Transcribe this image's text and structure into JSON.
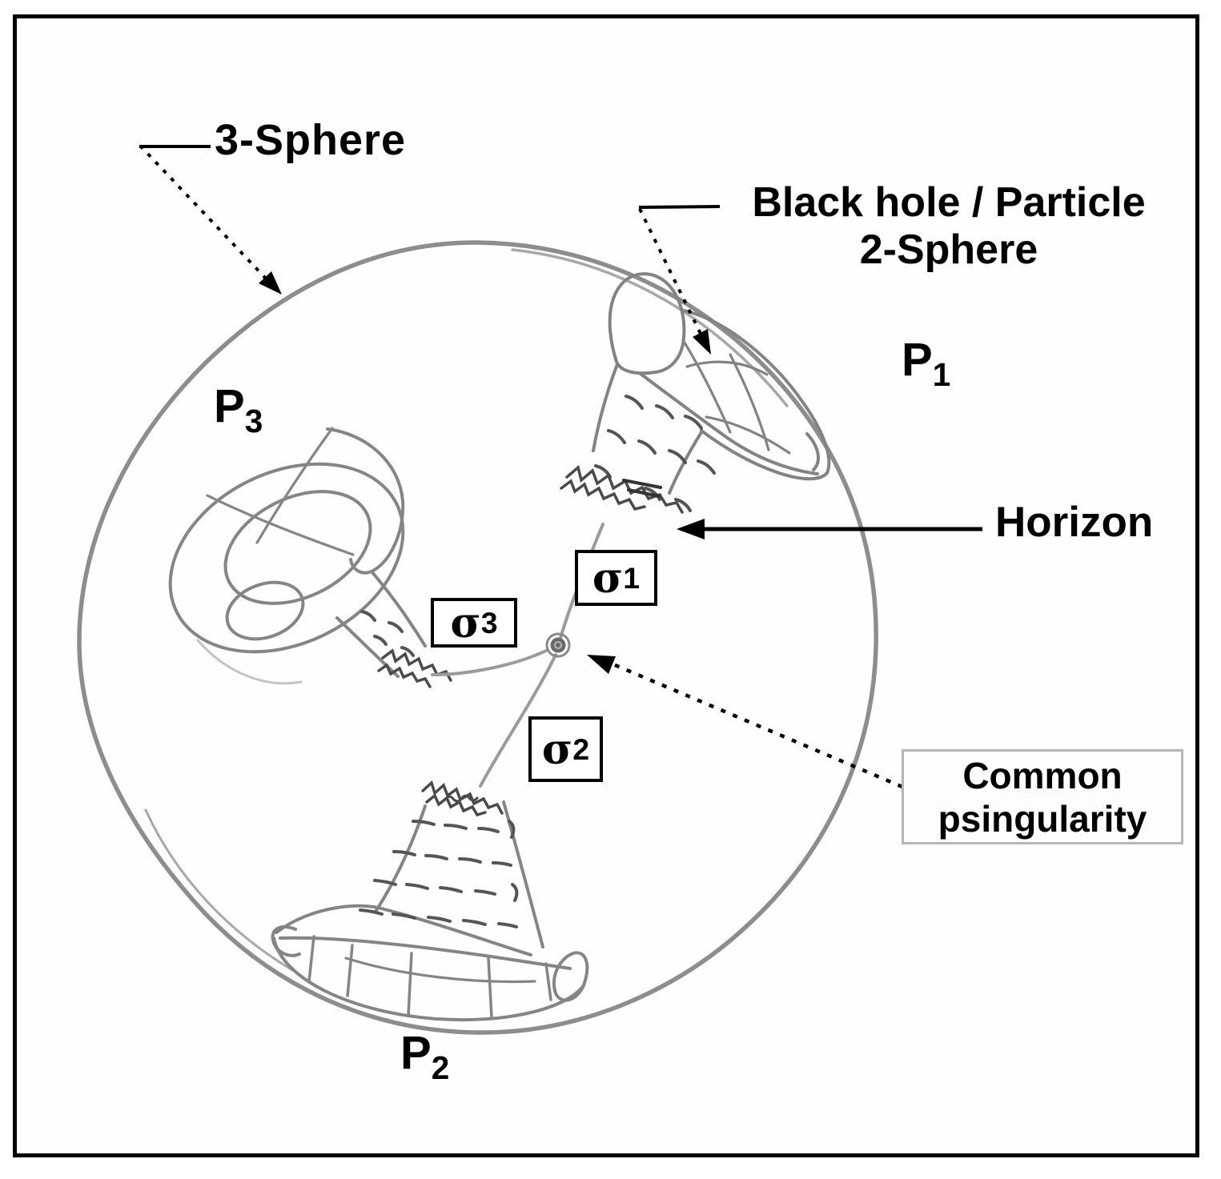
{
  "figure": {
    "labels": {
      "three_sphere": "3-Sphere",
      "black_hole": {
        "line1": "Black hole / Particle",
        "line2": "2-Sphere"
      },
      "horizon": "Horizon",
      "common_singularity": {
        "line1": "Common",
        "line2": "psingularity"
      },
      "particles": {
        "p1": {
          "base": "P",
          "sub": "1"
        },
        "p2": {
          "base": "P",
          "sub": "2"
        },
        "p3": {
          "base": "P",
          "sub": "3"
        }
      },
      "sigmas": {
        "sigma1": {
          "base": "σ",
          "sub": "1"
        },
        "sigma2": {
          "base": "σ",
          "sub": "2"
        },
        "sigma3": {
          "base": "σ",
          "sub": "3"
        }
      }
    },
    "colors": {
      "background": "#ffffff",
      "frame_border": "#000000",
      "sketch_stroke": "#8d8d8d",
      "fuzz_stroke": "#4a4a4a",
      "label_text": "#000000",
      "sigma_box_border": "#000000",
      "singularity_box_border": "#b6b6b6"
    }
  }
}
